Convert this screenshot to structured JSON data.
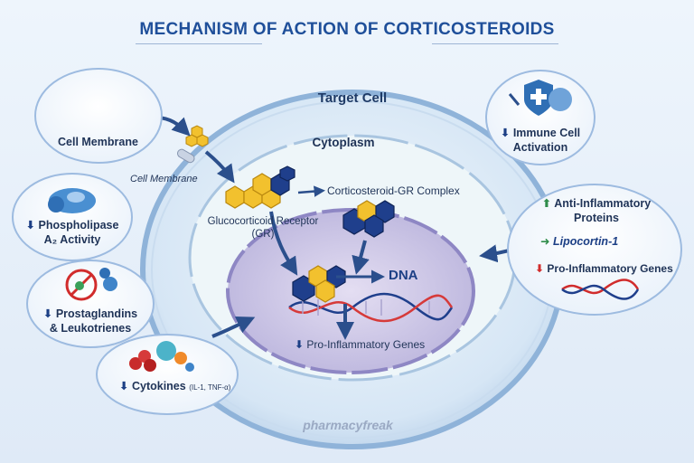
{
  "title": "MECHANISM OF ACTION OF CORTICOSTEROIDS",
  "cell": {
    "target_cell": "Target Cell",
    "cytoplasm": "Cytoplasm",
    "membrane_label": "Cell Membrane",
    "gr_label": "Glucocorticoid Receptor (GR)",
    "complex_label": "Corticosteroid-GR Complex",
    "dna_label": "DNA",
    "nucleus_effect": "Pro-Inflammatory Genes"
  },
  "left_panels": {
    "cell_membrane": "Cell Membrane",
    "phospholipase": "Phospholipase",
    "phospholipase_2": "A₂ Activity",
    "prostaglandins": "Prostaglandins",
    "leukotrienes": "& Leukotrienes",
    "cytokines": "Cytokines",
    "cytokines_detail": "(IL-1, TNF-α)"
  },
  "right_panels": {
    "immune": "Immune Cell",
    "immune_2": "Activation",
    "anti_inflammatory": "Anti-Inflammatory",
    "anti_inflammatory_2": "Proteins",
    "lipocortin": "Lipocortin-1",
    "pro_genes": "Pro-Inflammatory Genes"
  },
  "arrows": {
    "down": "⬇",
    "up": "⬆",
    "right": "➜"
  },
  "colors": {
    "title": "#1f4f9a",
    "decrease": "#d12c2c",
    "increase": "#2f8c4a",
    "hexagon": "#f2c12e",
    "ligand": "#1f3f8c"
  },
  "watermark": "pharmacyfreak"
}
